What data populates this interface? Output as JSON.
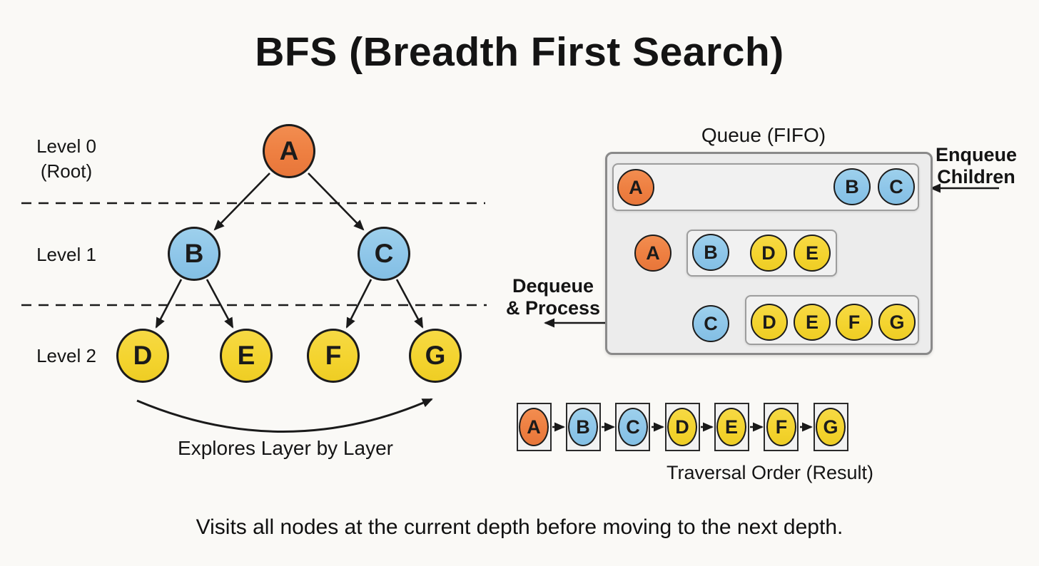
{
  "title": "BFS (Breadth First Search)",
  "footer": "Visits all nodes at the current depth before moving to the next depth.",
  "colors": {
    "orange_node": "#EE7F41",
    "blue_node": "#8EC6E9",
    "yellow_node": "#F4D42F",
    "queue_box_fill": "#ECECEC",
    "queue_box_border": "#8A8A8A",
    "background": "#FAF9F6",
    "line": "#1A1A1A"
  },
  "tree": {
    "level_labels": [
      "Level 0",
      "(Root)",
      "Level 1",
      "Level 2"
    ],
    "nodes": [
      "A",
      "B",
      "C",
      "D",
      "E",
      "F",
      "G"
    ],
    "caption": "Explores Layer by Layer"
  },
  "queue": {
    "title": "Queue (FIFO)",
    "rows": [
      [
        "A",
        "B",
        "C"
      ],
      [
        "A",
        "B",
        "D",
        "E"
      ],
      [
        "C",
        "D",
        "E",
        "F",
        "G"
      ]
    ],
    "enqueue_lines": [
      "Enqueue",
      "Children"
    ],
    "dequeue_lines": [
      "Dequeue",
      "& Process"
    ]
  },
  "traversal": {
    "cells": [
      "A",
      "B",
      "C",
      "D",
      "E",
      "F",
      "G"
    ],
    "caption": "Traversal Order (Result)"
  }
}
